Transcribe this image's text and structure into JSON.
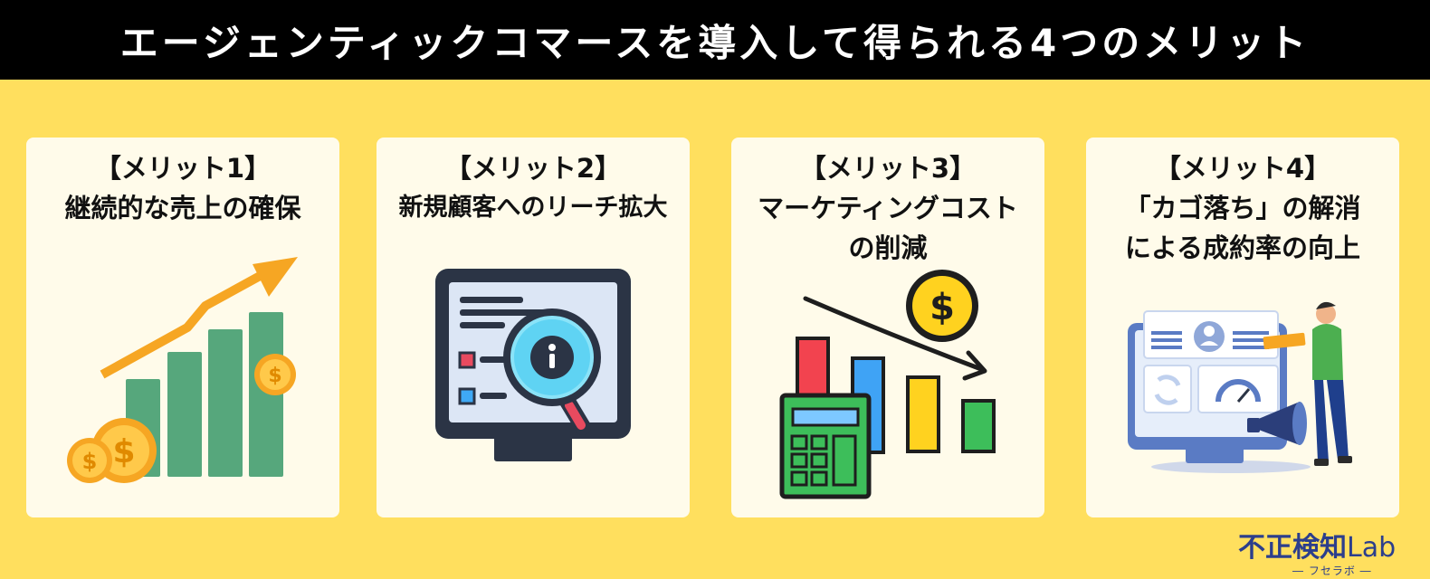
{
  "header": {
    "title": "エージェンティックコマースを導入して得られる4つのメリット"
  },
  "cards": [
    {
      "heading": "【メリット1】",
      "line1": "継続的な売上の確保",
      "line2": "",
      "illustration": "growth-bar-chart-with-coins"
    },
    {
      "heading": "【メリット2】",
      "line1": "新規顧客へのリーチ拡大",
      "line2": "",
      "illustration": "monitor-with-magnifier-info"
    },
    {
      "heading": "【メリット3】",
      "line1": "マーケティングコスト",
      "line2": "の削減",
      "illustration": "calculator-declining-bars-dollar"
    },
    {
      "heading": "【メリット4】",
      "line1": "「カゴ落ち」の解消",
      "line2": "による成約率の向上",
      "illustration": "person-with-dashboard-monitor"
    }
  ],
  "logo": {
    "main": "不正検知",
    "lab": "Lab",
    "sub": "― フセラボ ―"
  },
  "colors": {
    "background": "#FFDF5E",
    "banner": "#000000",
    "card": "#FFFBEA",
    "green_bars": "#56A77C",
    "arrow": "#F6A623",
    "logo": "#2C3E8C"
  }
}
